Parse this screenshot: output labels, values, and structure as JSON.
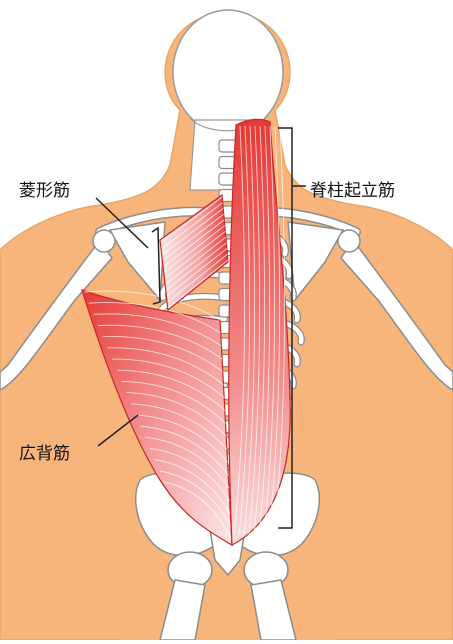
{
  "labels": {
    "rhomboid": "菱形筋",
    "erector_spinae": "脊柱起立筋",
    "latissimus_dorsi": "広背筋"
  },
  "colors": {
    "skin": "#f7b57c",
    "skin_outline": "#e9a466",
    "bone": "#ffffff",
    "bone_outline": "#8c8c8c",
    "head": "#ffffff",
    "muscle_light": "#fbe3e3",
    "muscle_mid": "#ef9a9a",
    "muscle_dark": "#e33a3a",
    "fiber": "#c62828",
    "leader_line": "#222222"
  }
}
